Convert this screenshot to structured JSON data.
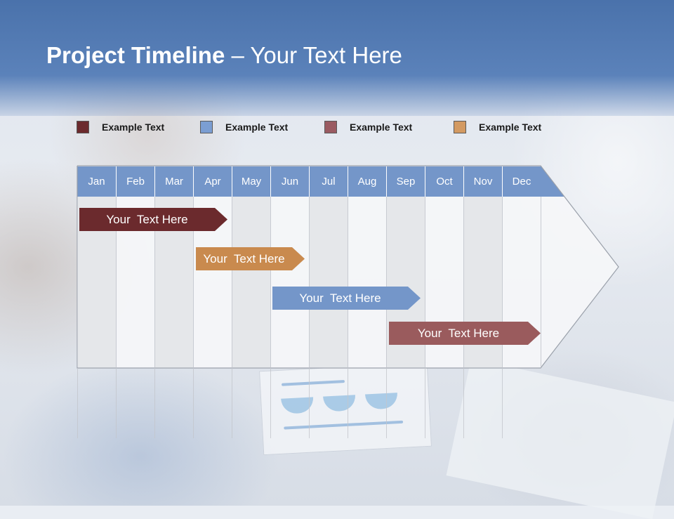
{
  "title": {
    "bold": "Project Timeline",
    "rest": " – Your Text Here"
  },
  "legend": [
    {
      "label": "Example Text",
      "color": "#6b2a2d"
    },
    {
      "label": "Example Text",
      "color": "#7b9ed2"
    },
    {
      "label": "Example Text",
      "color": "#9a5b62"
    },
    {
      "label": "Example Text",
      "color": "#d39a62"
    }
  ],
  "months": [
    "Jan",
    "Feb",
    "Mar",
    "Apr",
    "May",
    "Jun",
    "Jul",
    "Aug",
    "Sep",
    "Oct",
    "Nov",
    "Dec"
  ],
  "tasks": [
    {
      "label": "Your  Text Here",
      "start_month": "Jan",
      "end_month": "Apr",
      "color": "#6b2a2d"
    },
    {
      "label": "Your  Text Here",
      "start_month": "Apr",
      "end_month": "Jun",
      "color": "#c98a4e"
    },
    {
      "label": "Your  Text Here",
      "start_month": "Jun",
      "end_month": "Sep",
      "color": "#7496c9"
    },
    {
      "label": "Your  Text Here",
      "start_month": "Sep",
      "end_month": "Dec",
      "color": "#9a5b5d"
    }
  ],
  "colors": {
    "header_band": "#5b82ba",
    "month_header": "#7496c9"
  }
}
